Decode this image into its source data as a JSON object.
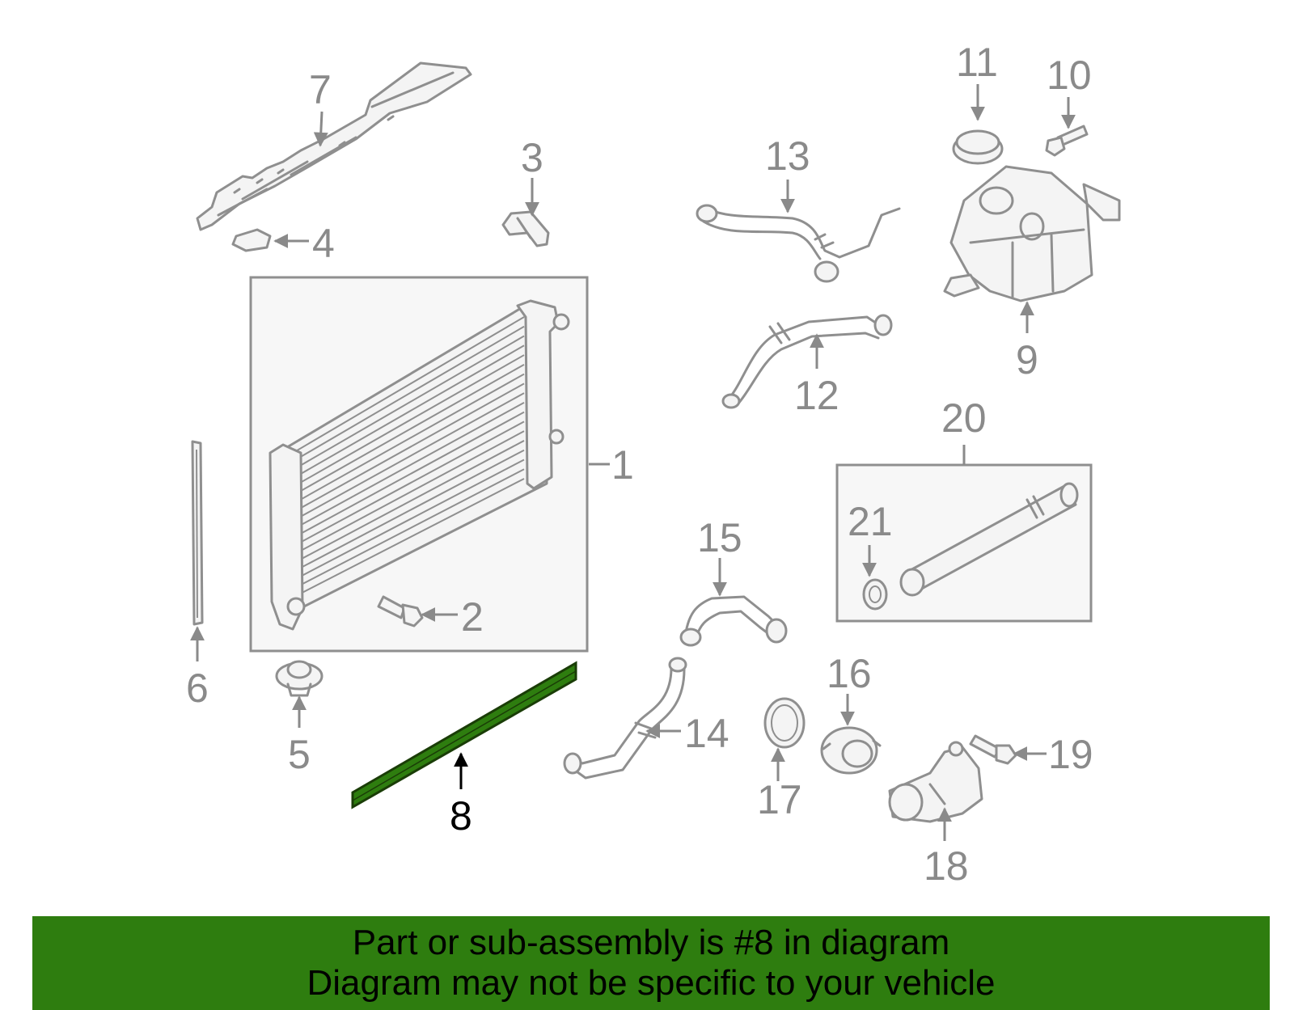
{
  "diagram": {
    "callouts": [
      "1",
      "2",
      "3",
      "4",
      "5",
      "6",
      "7",
      "8",
      "9",
      "10",
      "11",
      "12",
      "13",
      "14",
      "15",
      "16",
      "17",
      "18",
      "19",
      "20",
      "21"
    ],
    "highlighted_part": "8",
    "colors": {
      "highlight": "#2e7d0f",
      "part_stroke": "#8f8f8f",
      "label": "#8a8a8a",
      "banner": "#2e7d0f"
    }
  },
  "banner": {
    "line1": "Part or sub-assembly is #8 in diagram",
    "line2": "Diagram may not be specific to your vehicle"
  }
}
